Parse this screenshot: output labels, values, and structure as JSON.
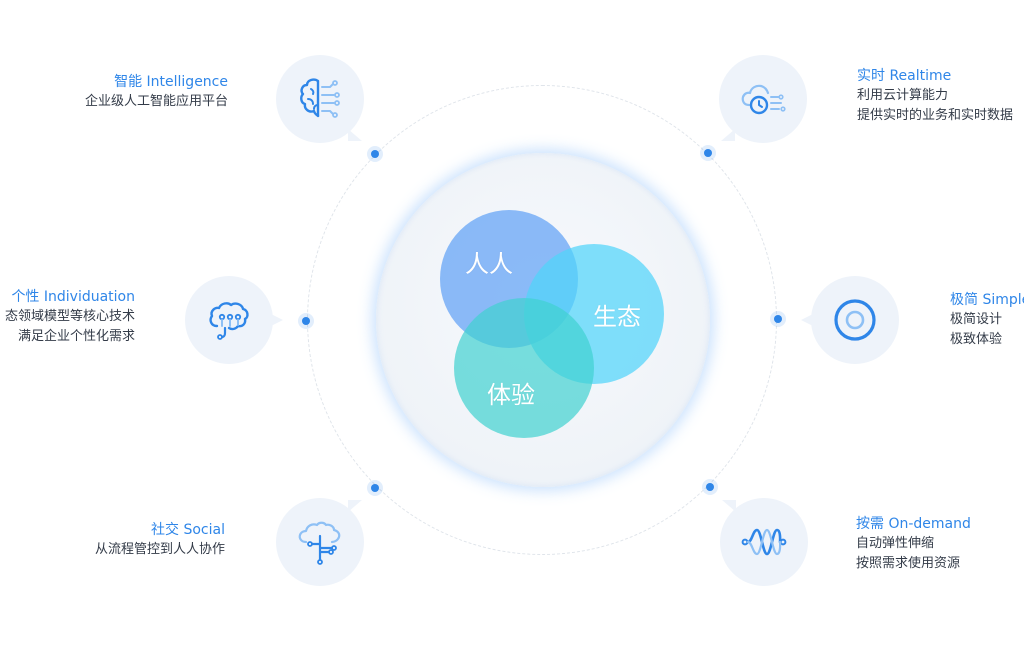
{
  "center": {
    "labels": [
      "人人",
      "生态",
      "体验"
    ]
  },
  "features": {
    "intelligence": {
      "title": "智能 Intelligence",
      "lines": [
        "企业级人工智能应用平台"
      ],
      "icon": "brain-circuit-icon"
    },
    "individuation": {
      "title": "个性 Individuation",
      "lines": [
        "态领域模型等核心技术",
        "满足企业个性化需求"
      ],
      "icon": "brain-nodes-icon"
    },
    "social": {
      "title": "社交 Social",
      "lines": [
        "从流程管控到人人协作"
      ],
      "icon": "cloud-network-icon"
    },
    "realtime": {
      "title": "实时 Realtime",
      "lines": [
        "利用云计算能力",
        "提供实时的业务和实时数据"
      ],
      "icon": "cloud-clock-icon"
    },
    "simple": {
      "title": "极简 Simple",
      "lines": [
        "极简设计",
        "极致体验"
      ],
      "icon": "target-ring-icon"
    },
    "ondemand": {
      "title": "按需 On-demand",
      "lines": [
        "自动弹性伸缩",
        "按照需求使用资源"
      ],
      "icon": "wave-icon"
    }
  },
  "colors": {
    "accent": "#2f86e8",
    "venn_blue": "#6ca8f6",
    "venn_cyan": "#50d4fa",
    "venn_teal": "#40d2d0",
    "bubble_bg": "#eef3fa"
  }
}
